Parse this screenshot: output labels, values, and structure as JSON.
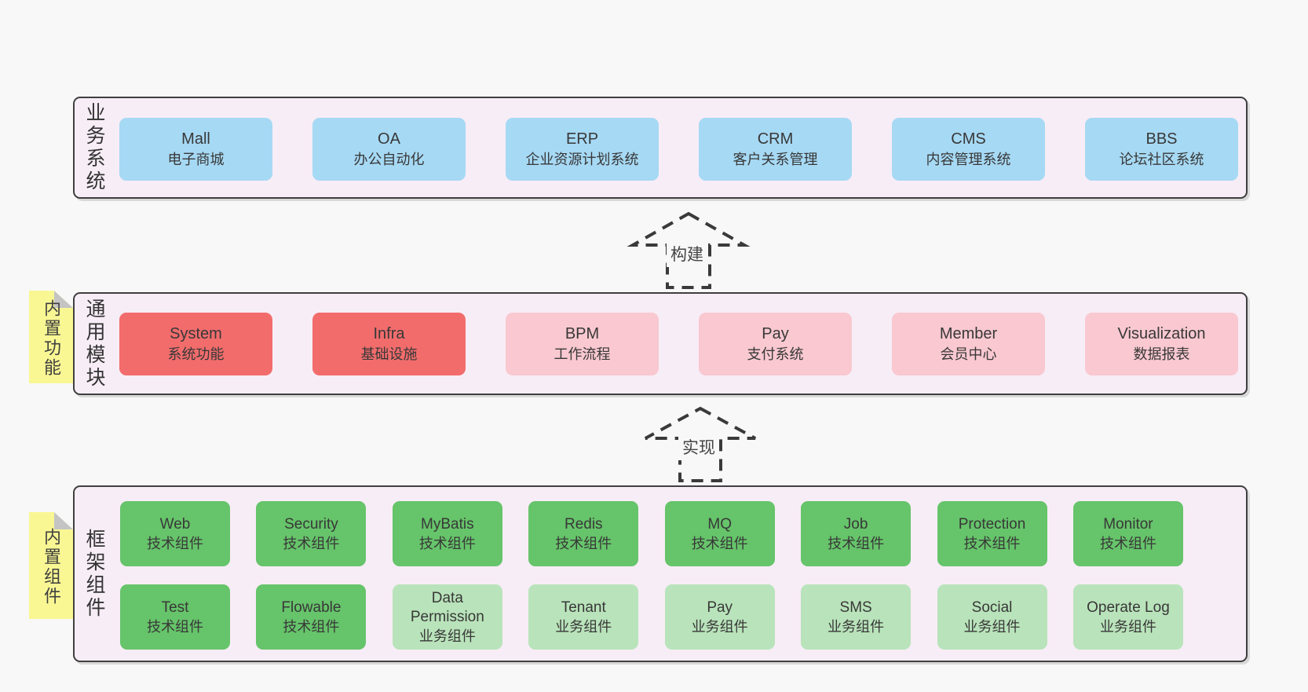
{
  "palette": {
    "page_bg": "#f8f8f8",
    "layer_bg": "#f7edf6",
    "layer_border": "#3f3f3f",
    "blue": "#a6d9f4",
    "red": "#f26c6c",
    "pink": "#f9c8d0",
    "green": "#66c46a",
    "lightgreen": "#b9e3ba",
    "sticky_yellow": "#f9f794",
    "sticky_fold": "#c4c4c4",
    "text": "#383838"
  },
  "arrows": [
    {
      "label": "构建"
    },
    {
      "label": "实现"
    }
  ],
  "layers": [
    {
      "label": "业务系统",
      "sticky": null,
      "rows": [
        [
          {
            "en": "Mall",
            "zh": "电子商城",
            "color": "blue"
          },
          {
            "en": "OA",
            "zh": "办公自动化",
            "color": "blue"
          },
          {
            "en": "ERP",
            "zh": "企业资源计划系统",
            "color": "blue"
          },
          {
            "en": "CRM",
            "zh": "客户关系管理",
            "color": "blue"
          },
          {
            "en": "CMS",
            "zh": "内容管理系统",
            "color": "blue"
          },
          {
            "en": "BBS",
            "zh": "论坛社区系统",
            "color": "blue"
          }
        ]
      ]
    },
    {
      "label": "通用模块",
      "sticky": "内置功能",
      "rows": [
        [
          {
            "en": "System",
            "zh": "系统功能",
            "color": "red"
          },
          {
            "en": "Infra",
            "zh": "基础设施",
            "color": "red"
          },
          {
            "en": "BPM",
            "zh": "工作流程",
            "color": "pink"
          },
          {
            "en": "Pay",
            "zh": "支付系统",
            "color": "pink"
          },
          {
            "en": "Member",
            "zh": "会员中心",
            "color": "pink"
          },
          {
            "en": "Visualization",
            "zh": "数据报表",
            "color": "pink"
          }
        ]
      ]
    },
    {
      "label": "框架组件",
      "sticky": "内置组件",
      "rows": [
        [
          {
            "en": "Web",
            "zh": "技术组件",
            "color": "green"
          },
          {
            "en": "Security",
            "zh": "技术组件",
            "color": "green"
          },
          {
            "en": "MyBatis",
            "zh": "技术组件",
            "color": "green"
          },
          {
            "en": "Redis",
            "zh": "技术组件",
            "color": "green"
          },
          {
            "en": "MQ",
            "zh": "技术组件",
            "color": "green"
          },
          {
            "en": "Job",
            "zh": "技术组件",
            "color": "green"
          },
          {
            "en": "Protection",
            "zh": "技术组件",
            "color": "green"
          },
          {
            "en": "Monitor",
            "zh": "技术组件",
            "color": "green"
          }
        ],
        [
          {
            "en": "Test",
            "zh": "技术组件",
            "color": "green"
          },
          {
            "en": "Flowable",
            "zh": "技术组件",
            "color": "green"
          },
          {
            "en": "Data Permission",
            "zh": "业务组件",
            "color": "lightgreen"
          },
          {
            "en": "Tenant",
            "zh": "业务组件",
            "color": "lightgreen"
          },
          {
            "en": "Pay",
            "zh": "业务组件",
            "color": "lightgreen"
          },
          {
            "en": "SMS",
            "zh": "业务组件",
            "color": "lightgreen"
          },
          {
            "en": "Social",
            "zh": "业务组件",
            "color": "lightgreen"
          },
          {
            "en": "Operate Log",
            "zh": "业务组件",
            "color": "lightgreen"
          }
        ]
      ]
    }
  ]
}
